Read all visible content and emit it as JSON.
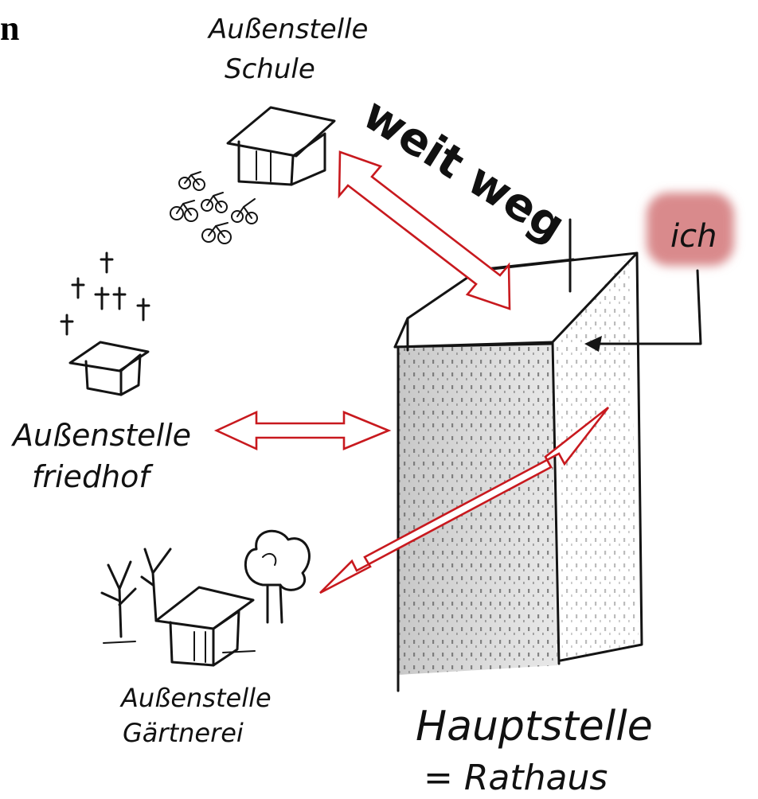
{
  "header_fragment": "n",
  "labels": {
    "schule": [
      "Außenstelle",
      "Schule"
    ],
    "friedhof": [
      "Außenstelle",
      "friedhof"
    ],
    "gaertnerei": [
      "Außenstelle",
      "Gärtnerei"
    ],
    "hauptstelle": [
      "Hauptstelle",
      "= Rathaus"
    ],
    "ich": "ich",
    "weit_weg": "weit weg"
  },
  "colors": {
    "arrow": "#c8191e",
    "ich_highlight": "#d98a8c",
    "ink": "#141414"
  },
  "icons": [
    "house-icon",
    "bicycles-icon",
    "crosses-icon",
    "trees-icon",
    "tower-icon"
  ]
}
